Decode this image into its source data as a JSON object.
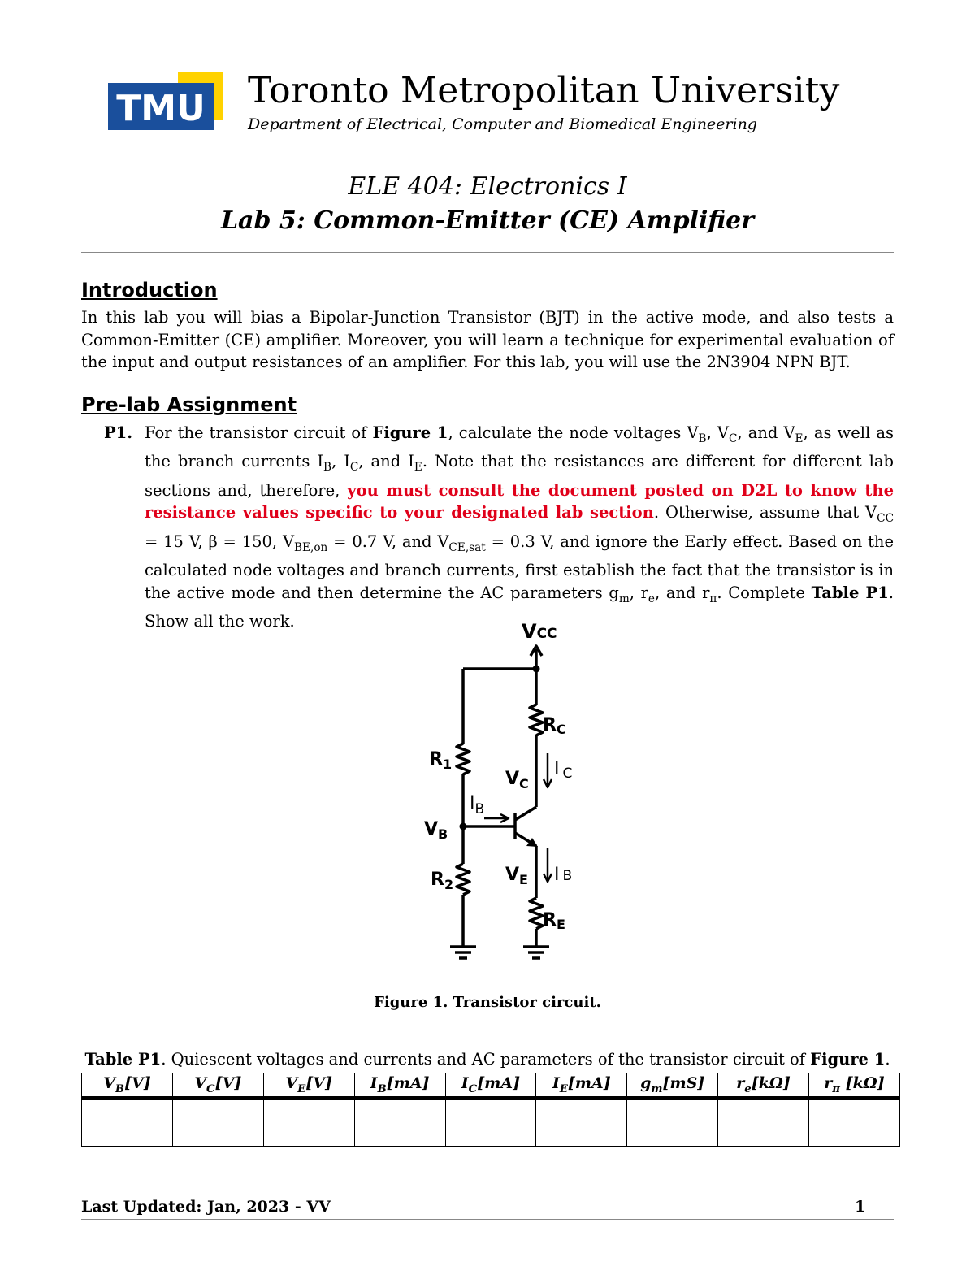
{
  "header": {
    "logo_text": "TMU",
    "university": "Toronto Metropolitan University",
    "department": "Department of Electrical, Computer and Biomedical Engineering"
  },
  "title": {
    "course": "ELE 404: Electronics I",
    "lab": "Lab 5: Common-Emitter (CE) Amplifier"
  },
  "introduction": {
    "heading": "Introduction",
    "text": "In this lab you will bias a Bipolar-Junction Transistor (BJT) in the active mode, and also tests a Common-Emitter (CE) amplifier. Moreover, you will learn a technique for experimental evaluation of the input and output resistances of an amplifier. For this lab, you will use the 2N3904 NPN BJT."
  },
  "prelab": {
    "heading": "Pre-lab Assignment",
    "p1_label": "P1.",
    "p1_part1": "For the transistor circuit of ",
    "p1_fig_ref": "Figure 1",
    "p1_part2": ", calculate the node voltages V",
    "p1_vb_sub": "B",
    "p1_part3": ", V",
    "p1_vc_sub": "C",
    "p1_part4": ", and V",
    "p1_ve_sub": "E",
    "p1_part5": ", as well as the branch currents I",
    "p1_ib_sub": "B",
    "p1_part6": ", I",
    "p1_ic_sub": "C",
    "p1_part7": ", and I",
    "p1_ie_sub": "E",
    "p1_part8": ". Note that the resistances are different for different lab sections and, therefore, ",
    "p1_red": "you must consult the document posted on D2L to know the resistance values specific to your designated lab section",
    "p1_part9": ". Otherwise, assume that V",
    "p1_vcc_sub": "CC",
    "p1_part10": " = 15 V, β = 150, V",
    "p1_vbeon_sub": "BE,on",
    "p1_part11": " = 0.7 V, and V",
    "p1_vcesat_sub": "CE,sat",
    "p1_part12": " = 0.3 V, and ignore the Early effect. Based on the calculated node voltages and branch currents, first establish the fact that the transistor is in the active mode and then determine the AC parameters g",
    "p1_gm_sub": "m",
    "p1_part13": ", r",
    "p1_re_sub": "e",
    "p1_part14": ", and r",
    "p1_rpi_sub": "π",
    "p1_part15": ". Complete ",
    "p1_table_ref": "Table P1",
    "p1_part16": ". Show all the work."
  },
  "circuit": {
    "vcc": "V",
    "vcc_sub": "CC",
    "rc": "R",
    "rc_sub": "C",
    "r1": "R",
    "r1_sub": "1",
    "vc": "V",
    "vc_sub": "C",
    "ic": "I",
    "ic_sub": "C",
    "ib": "I",
    "ib_sub": "B",
    "vb": "V",
    "vb_sub": "B",
    "r2": "R",
    "r2_sub": "2",
    "ve": "V",
    "ve_sub": "E",
    "ib2": "I",
    "ib2_sub": "B",
    "re": "R",
    "re_sub": "E"
  },
  "figure_caption": "Figure 1. Transistor circuit.",
  "table": {
    "caption_label": "Table P1",
    "caption_text": ". Quiescent voltages and currents and AC parameters of the transistor circuit of ",
    "caption_ref": "Figure 1",
    "caption_end": ".",
    "headers": [
      "V_B[V]",
      "V_C[V]",
      "V_E[V]",
      "I_B[mA]",
      "I_C[mA]",
      "I_E[mA]",
      "g_m[mS]",
      "r_e[kΩ]",
      "r_π [kΩ]"
    ],
    "header_main": [
      "V",
      "V",
      "V",
      "I",
      "I",
      "I",
      "g",
      "r",
      "r"
    ],
    "header_sub": [
      "B",
      "C",
      "E",
      "B",
      "C",
      "E",
      "m",
      "e",
      "π"
    ],
    "header_unit": [
      "[V]",
      "[V]",
      "[V]",
      "[mA]",
      "[mA]",
      "[mA]",
      "[mS]",
      "[kΩ]",
      " [kΩ]"
    ]
  },
  "footer": {
    "text": "Last Updated: Jan, 2023 - VV",
    "page": "1"
  },
  "colors": {
    "logo_blue": "#1a4f9c",
    "logo_yellow": "#ffd200",
    "red_text": "#e0001a"
  }
}
